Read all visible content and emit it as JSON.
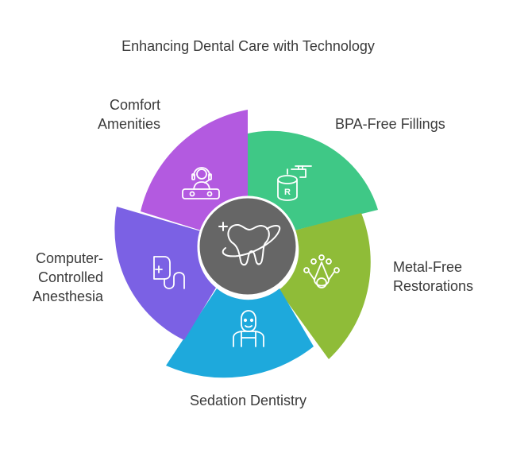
{
  "title": "Enhancing Dental Care with Technology",
  "segments": [
    {
      "id": "comfort",
      "lines": [
        "Comfort",
        "Amenities"
      ],
      "color": "#b35ae0",
      "icon": "headset-person-icon"
    },
    {
      "id": "bpa",
      "lines": [
        "BPA-Free Fillings"
      ],
      "color": "#3fc886",
      "icon": "jar-ticket-icon"
    },
    {
      "id": "metal",
      "lines": [
        "Metal-Free",
        "Restorations"
      ],
      "color": "#8fbc38",
      "icon": "crown-icon"
    },
    {
      "id": "sedation",
      "lines": [
        "Sedation Dentistry"
      ],
      "color": "#1ea9dc",
      "icon": "dentist-person-icon"
    },
    {
      "id": "computer",
      "lines": [
        "Computer-",
        "Controlled",
        "Anesthesia"
      ],
      "color": "#7b61e4",
      "icon": "iv-drip-icon"
    }
  ],
  "center": {
    "color": "#666666",
    "icon": "tooth-icon"
  }
}
